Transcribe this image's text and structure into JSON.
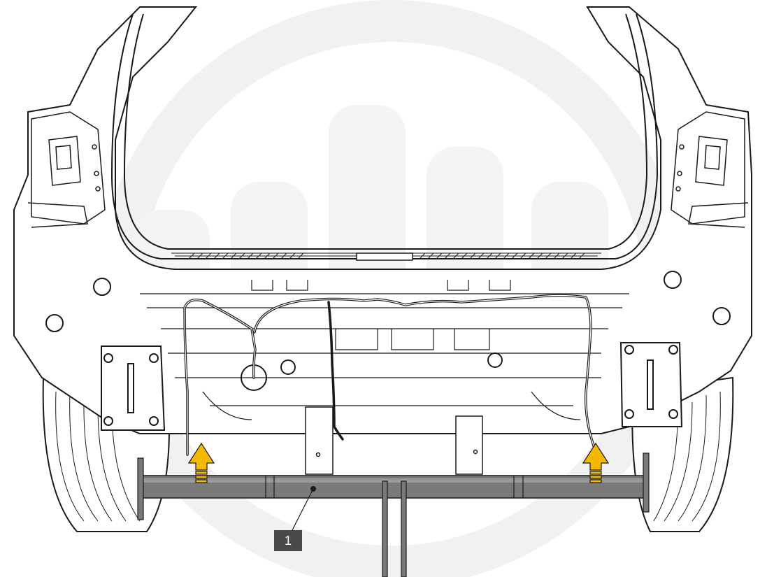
{
  "diagram": {
    "callouts": [
      {
        "label": "1",
        "part": "rear-bumper-reinforcement-bar"
      }
    ],
    "arrows": [
      {
        "direction": "up",
        "color": "#f5b800"
      },
      {
        "direction": "up",
        "color": "#f5b800"
      }
    ],
    "colors": {
      "line": "#1a1a1a",
      "bar": "#7a7a7a",
      "arrow": "#f5b800",
      "label_bg": "#4a4a4a",
      "watermark": "#f2f2f2"
    }
  }
}
